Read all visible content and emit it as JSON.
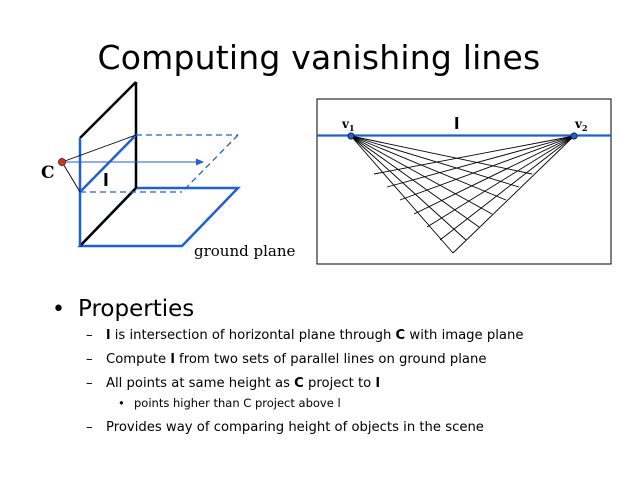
{
  "title": "Computing vanishing lines",
  "left_figure": {
    "label_camera": "C",
    "label_line": "l",
    "label_ground": "ground plane"
  },
  "right_figure": {
    "label_v1": "v",
    "label_v1_sub": "1",
    "label_line": "l",
    "label_v2": "v",
    "label_v2_sub": "2"
  },
  "bullets": {
    "heading": "Properties",
    "items": [
      {
        "pre": "",
        "bold1": "l",
        "mid": " is intersection of horizontal plane through ",
        "bold2": "C",
        "post": " with image plane"
      },
      {
        "pre": "Compute ",
        "bold1": "l",
        "mid": " from two sets of parallel lines on ground plane",
        "bold2": "",
        "post": ""
      },
      {
        "pre": "All points at same height as ",
        "bold1": "C",
        "mid": " project to ",
        "bold2": "l",
        "post": ""
      },
      {
        "sub": "points higher than C project above l"
      },
      {
        "pre": "Provides way of comparing height of objects in the scene",
        "bold1": "",
        "mid": "",
        "bold2": "",
        "post": ""
      }
    ]
  },
  "colors": {
    "blue": "#1f5fd1",
    "red": "#c0392b",
    "black": "#000000"
  }
}
